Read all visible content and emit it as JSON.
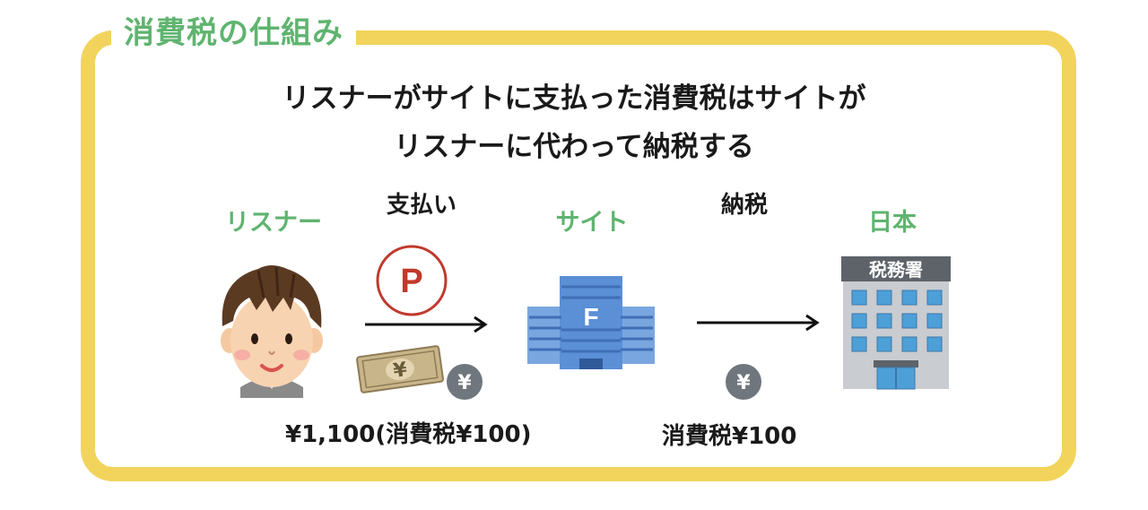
{
  "title": "消費税の仕組み",
  "headline": {
    "line1": "リスナーがサイトに支払った消費税はサイトが",
    "line2": "リスナーに代わって納税する"
  },
  "parties": {
    "listener": "リスナー",
    "site": "サイト",
    "japan": "日本"
  },
  "actions": {
    "payment": "支払い",
    "tax_payment": "納税"
  },
  "amounts": {
    "payment_amount": "¥1,100(消費税¥100)",
    "tax_amount": "消費税¥100"
  },
  "icons": {
    "point_letter": "P",
    "site_letter": "F",
    "yen_symbol": "¥",
    "tax_office_sign": "税務署"
  },
  "colors": {
    "frame": "#f2d45c",
    "accent_green": "#5fb46f",
    "point_red": "#c0392b",
    "building_blue": "#5b8fd6"
  }
}
